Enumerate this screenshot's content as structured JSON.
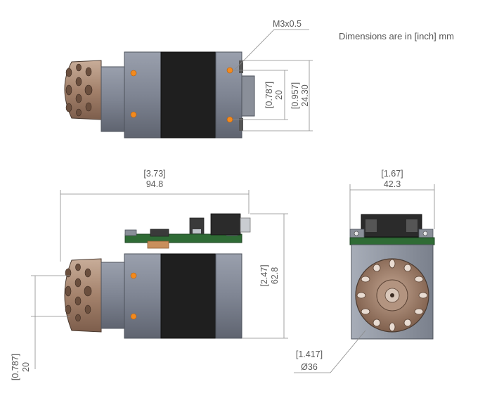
{
  "note": "Dimensions are in [inch] mm",
  "callouts": {
    "thread": "M3x0.5",
    "hole_spacing": {
      "inch": "[0.787]",
      "mm": "20"
    },
    "flange_height": {
      "inch": "[0.957]",
      "mm": "24.30"
    },
    "overall_length": {
      "inch": "[3.73]",
      "mm": "94.8"
    },
    "overall_height": {
      "inch": "[2.47]",
      "mm": "62.8"
    },
    "knob_offset": {
      "inch": "[0.787]",
      "mm": "20"
    },
    "width": {
      "inch": "[1.67]",
      "mm": "42.3"
    },
    "knob_diameter": {
      "inch": "[1.417]",
      "mm": "Ø36"
    }
  },
  "colors": {
    "motor_body": "#7f8593",
    "motor_dark": "#1f1f1f",
    "knob": "#9b7b66",
    "pcb": "#2f6b35",
    "hole_marker": "#f28a1e",
    "dimension_text": "#5a5a5a"
  }
}
